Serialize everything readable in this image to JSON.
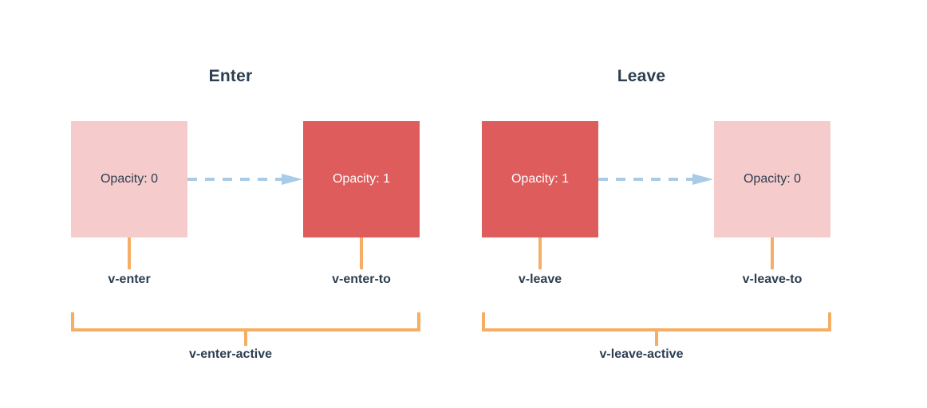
{
  "colors": {
    "faded_box": "#f5cbcb",
    "solid_box": "#de5c5c",
    "connector": "#f5ae63",
    "arrow": "#a8cbe8",
    "text": "#2c3e50",
    "background": "#ffffff"
  },
  "panels": [
    {
      "title": "Enter",
      "from_box": {
        "label": "Opacity: 0",
        "fill": "faded"
      },
      "to_box": {
        "label": "Opacity: 1",
        "fill": "solid"
      },
      "from_class": "v-enter",
      "to_class": "v-enter-to",
      "active_class": "v-enter-active",
      "arrow_name": "transition-arrow-enter"
    },
    {
      "title": "Leave",
      "from_box": {
        "label": "Opacity: 1",
        "fill": "solid"
      },
      "to_box": {
        "label": "Opacity: 0",
        "fill": "faded"
      },
      "from_class": "v-leave",
      "to_class": "v-leave-to",
      "active_class": "v-leave-active",
      "arrow_name": "transition-arrow-leave"
    }
  ]
}
